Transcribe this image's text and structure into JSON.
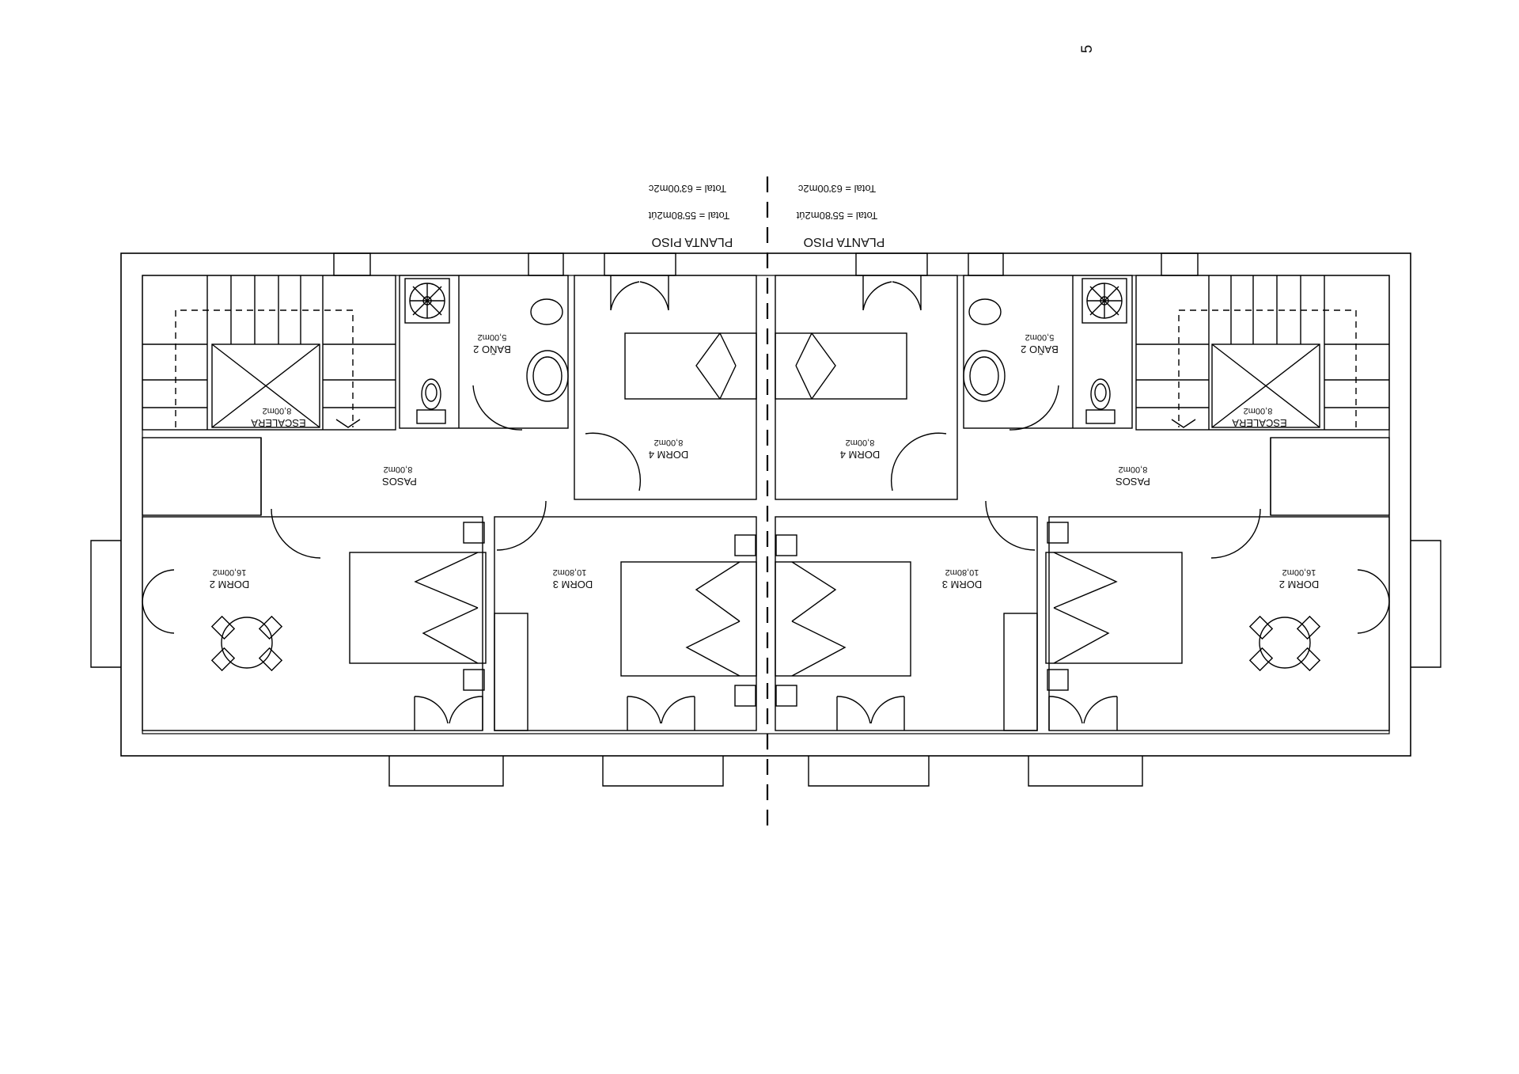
{
  "page_number": "5",
  "left_unit": {
    "header": {
      "title": "PLANTA PISO",
      "useful_area": "Total = 55'80m2út",
      "built_area": "Total = 63'00m2c"
    },
    "rooms": {
      "escalera": {
        "name": "ESCALERA",
        "area": "8,00m2"
      },
      "bano": {
        "name": "BAÑO 2",
        "area": "5,00m2"
      },
      "dorm4": {
        "name": "DORM 4",
        "area": "8,00m2"
      },
      "pasos": {
        "name": "PASOS",
        "area": "8,00m2"
      },
      "dorm3": {
        "name": "DORM 3",
        "area": "10,80m2"
      },
      "dorm2": {
        "name": "DORM 2",
        "area": "16,00m2"
      }
    }
  },
  "right_unit": {
    "header": {
      "title": "PLANTA PISO",
      "useful_area": "Total = 55'80m2út",
      "built_area": "Total = 63'00m2c"
    },
    "rooms": {
      "escalera": {
        "name": "ESCALERA",
        "area": "8,00m2"
      },
      "bano": {
        "name": "BAÑO 2",
        "area": "5,00m2"
      },
      "dorm4": {
        "name": "DORM 4",
        "area": "8,00m2"
      },
      "pasos": {
        "name": "PASOS",
        "area": "8,00m2"
      },
      "dorm3": {
        "name": "DORM 3",
        "area": "10,80m2"
      },
      "dorm2": {
        "name": "DORM 2",
        "area": "16,00m2"
      }
    }
  }
}
